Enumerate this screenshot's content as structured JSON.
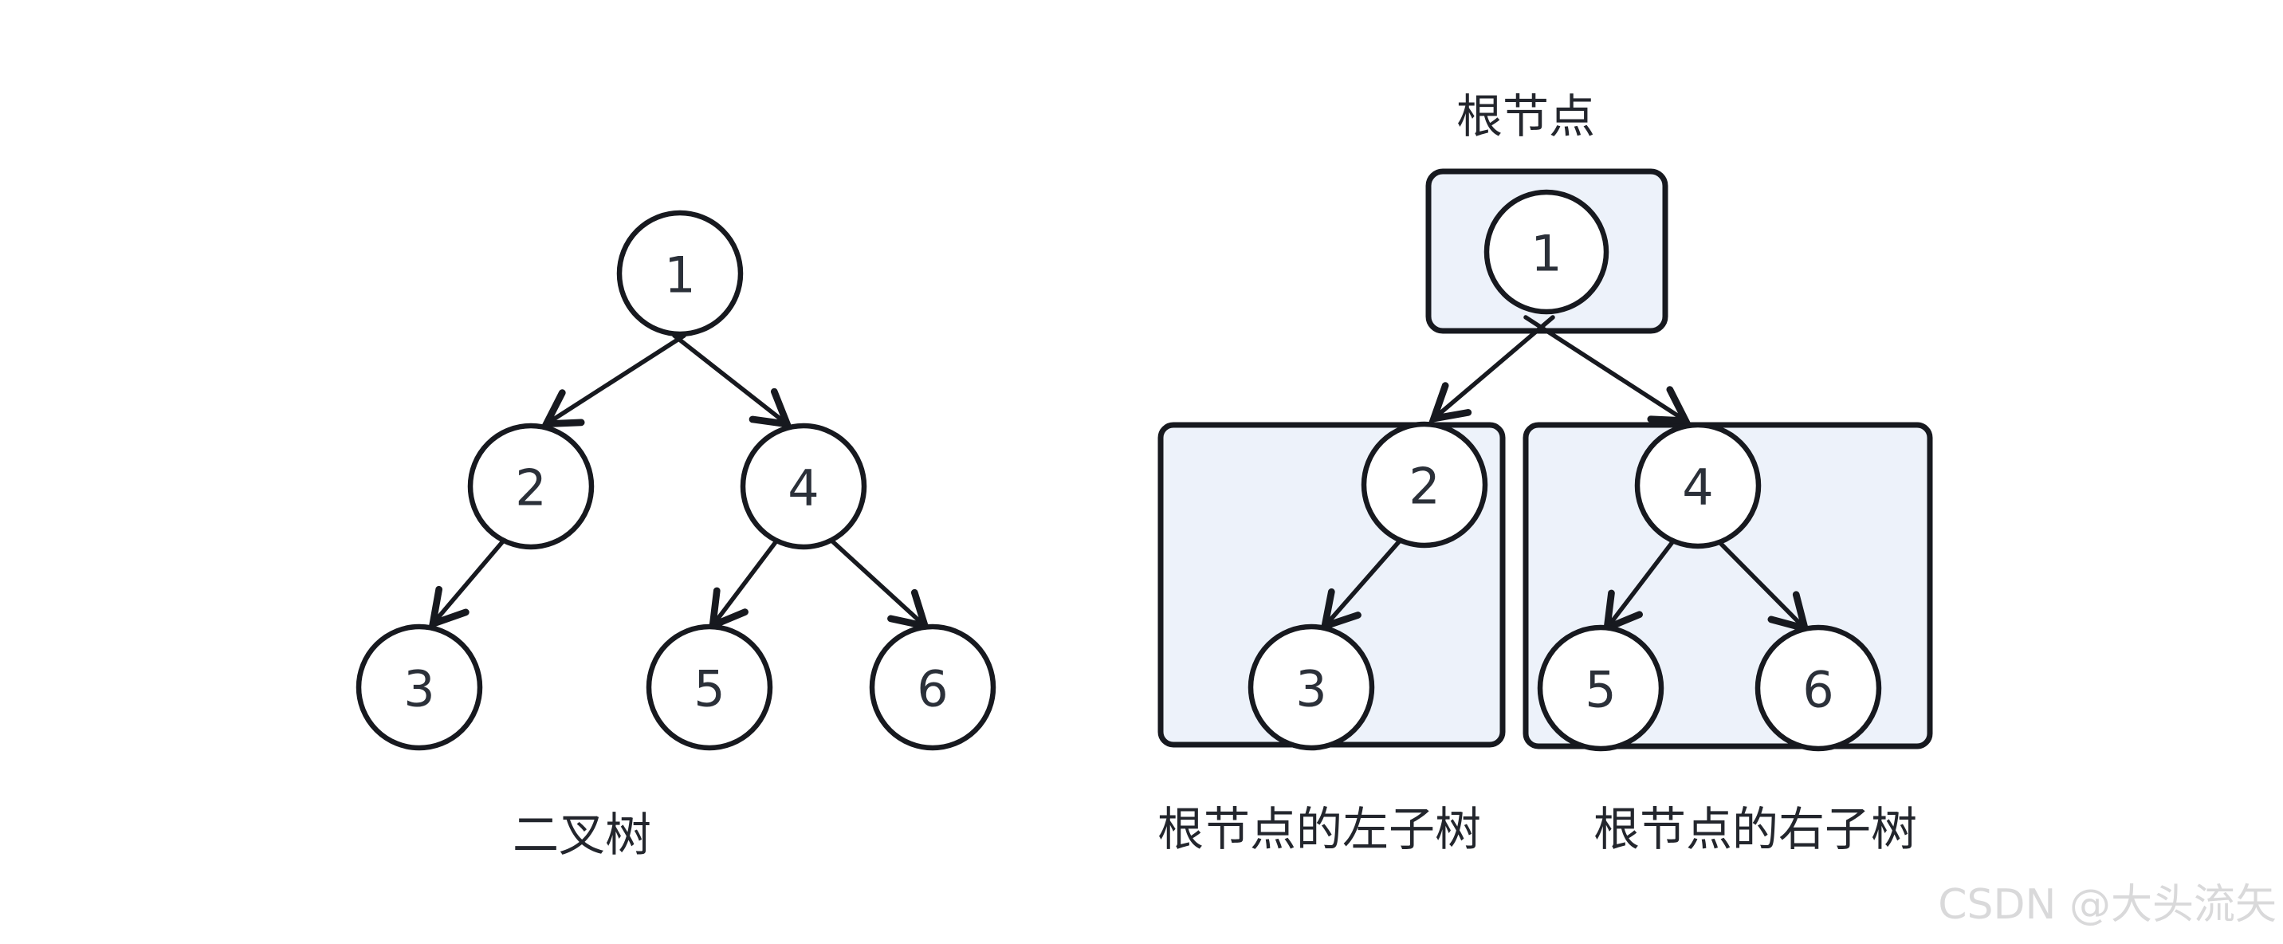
{
  "left_diagram": {
    "caption": "二叉树",
    "nodes": {
      "n1": "1",
      "n2": "2",
      "n3": "3",
      "n4": "4",
      "n5": "5",
      "n6": "6"
    },
    "edges": [
      "1->2",
      "1->4",
      "2->3",
      "4->5",
      "4->6"
    ]
  },
  "right_diagram": {
    "root_label": "根节点",
    "left_subtree_label": "根节点的左子树",
    "right_subtree_label": "根节点的右子树",
    "nodes": {
      "n1": "1",
      "n2": "2",
      "n3": "3",
      "n4": "4",
      "n5": "5",
      "n6": "6"
    },
    "edges": [
      "1->2",
      "1->4",
      "2->3",
      "4->5",
      "4->6"
    ]
  },
  "watermark": {
    "text": "CSDN @大头流矢"
  },
  "colors": {
    "background": "#ffffff",
    "box_fill": "#edf2fa",
    "stroke": "#17191f",
    "text": "#23262d",
    "watermark": "#d7d7d9"
  }
}
